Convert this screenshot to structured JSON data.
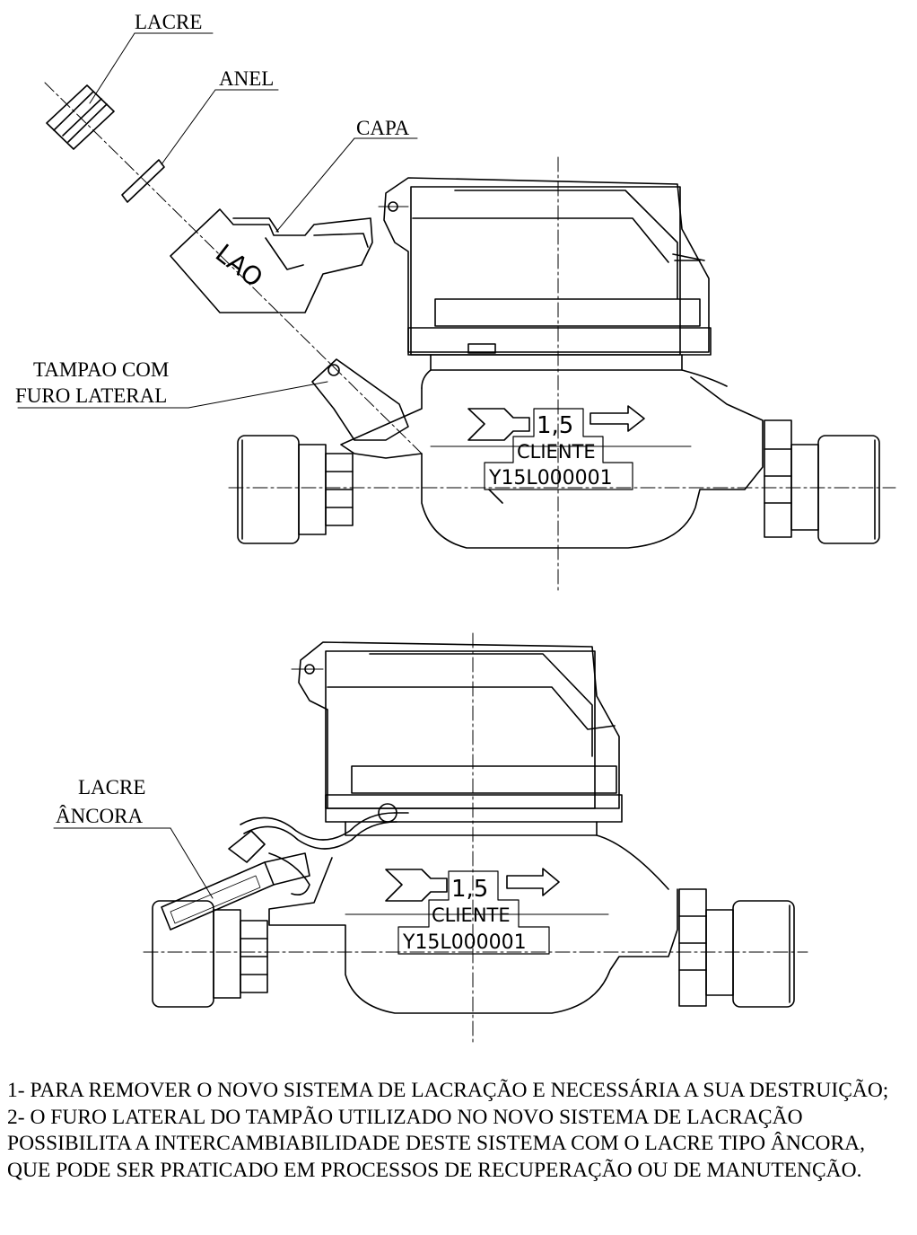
{
  "top_view": {
    "labels": {
      "lacre": "LACRE",
      "anel": "ANEL",
      "capa": "CAPA",
      "tampao_line1": "TAMPAO COM",
      "tampao_line2": "FURO LATERAL",
      "cap_marking": "LAO"
    },
    "plate": {
      "class": "1,5",
      "client": "CLIENTE",
      "serial": "Y15L000001"
    }
  },
  "bottom_view": {
    "labels": {
      "lacre_line1": "LACRE",
      "lacre_line2": "ÂNCORA"
    },
    "plate": {
      "class": "1,5",
      "client": "CLIENTE",
      "serial": "Y15L000001"
    }
  },
  "notes": [
    "1- PARA REMOVER O NOVO SISTEMA DE LACRAÇÃO E NECESSÁRIA A SUA DESTRUIÇÃO;",
    "2- O FURO LATERAL DO TAMPÃO UTILIZADO NO NOVO SISTEMA DE LACRAÇÃO POSSIBILITA A INTERCAMBIABILIDADE DESTE SISTEMA COM O LACRE TIPO ÂNCORA, QUE PODE SER PRATICADO EM PROCESSOS DE RECUPERAÇÃO OU DE MANUTENÇÃO."
  ]
}
